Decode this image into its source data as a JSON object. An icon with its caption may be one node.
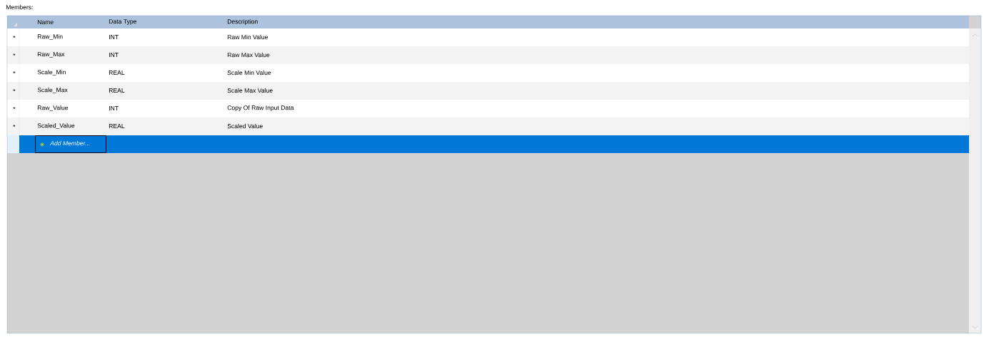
{
  "diagram": {
    "labels": [
      "Members:",
      "Name",
      "Data Type",
      "Description",
      "*",
      "Raw_Min",
      "INT",
      "Raw Min Value",
      "*",
      "Raw_Max",
      "INT",
      "Raw Max Value",
      "*",
      "Scale_Min",
      "REAL",
      "Scale Min Value",
      "*",
      "Scale_Max",
      "REAL",
      "Scale Max Value",
      "*",
      "Raw_Value",
      "INT",
      "Copy Of Raw Input Data",
      "*",
      "Scaled_Value",
      "REAL",
      "Scaled Value",
      "Add Member..."
    ]
  }
}
